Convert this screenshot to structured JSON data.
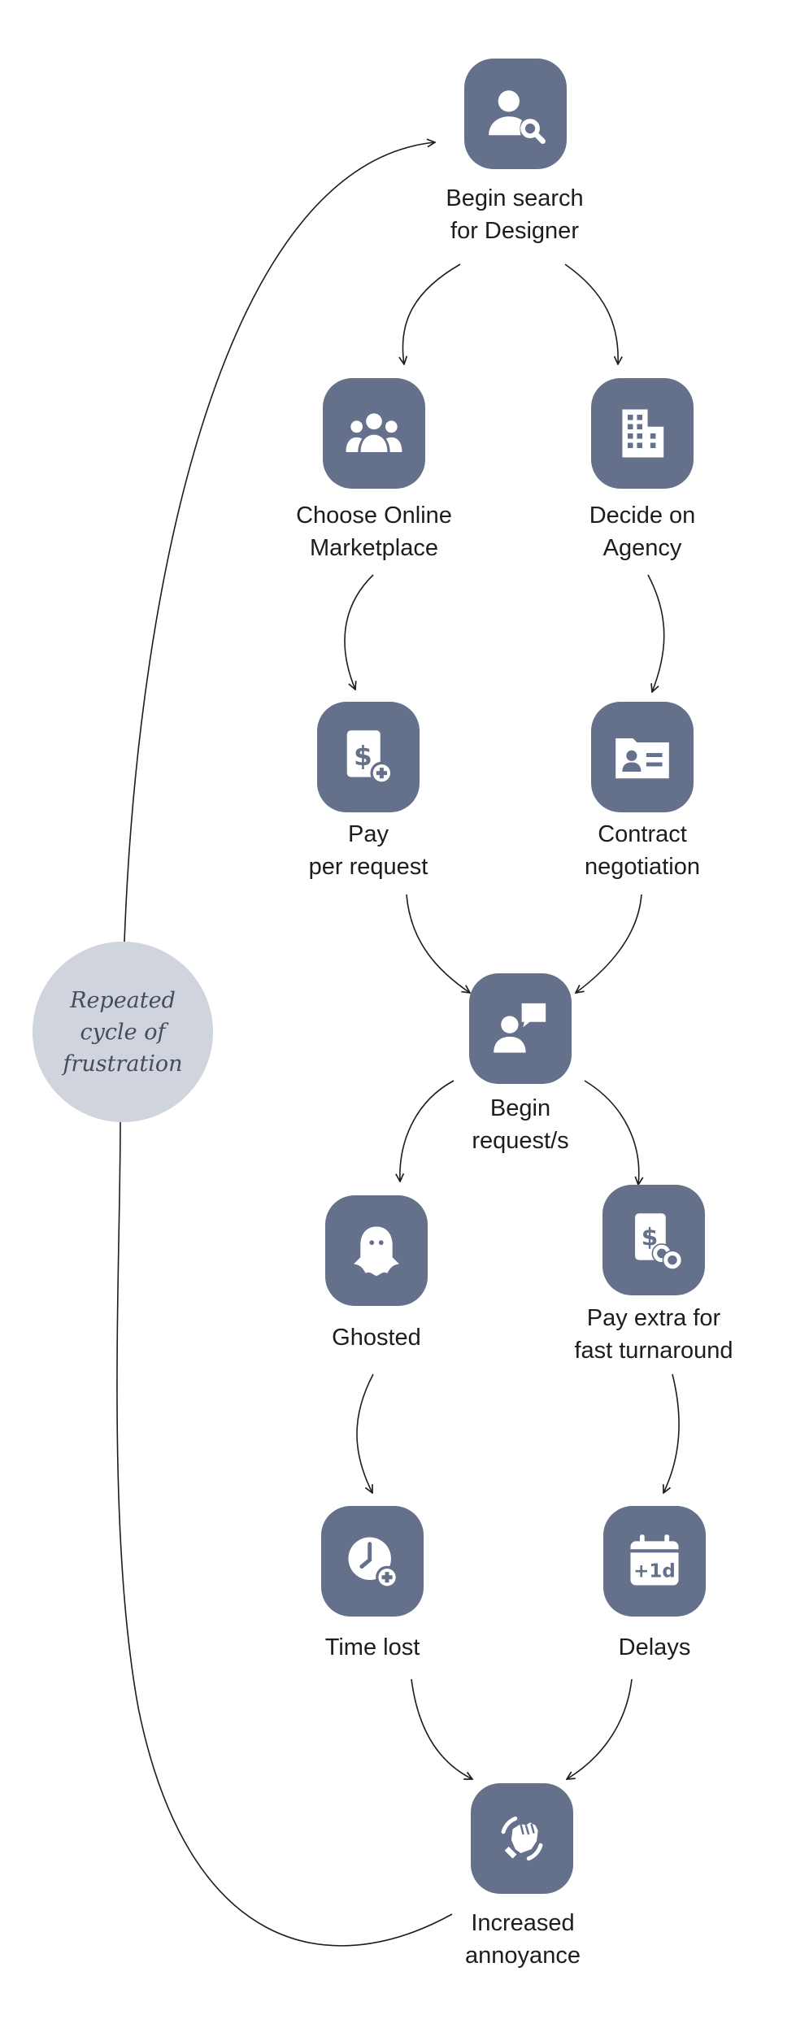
{
  "nodes": {
    "begin_search": {
      "label": "Begin search\nfor Designer",
      "icon": "user-search-icon"
    },
    "online_marketplace": {
      "label": "Choose Online\nMarketplace",
      "icon": "group-users-icon"
    },
    "agency": {
      "label": "Decide on\nAgency",
      "icon": "office-building-icon"
    },
    "pay_per_request": {
      "label": "Pay\nper request",
      "icon": "invoice-dollar-plus-icon"
    },
    "contract_negotiation": {
      "label": "Contract\nnegotiation",
      "icon": "contact-card-icon"
    },
    "begin_requests": {
      "label": "Begin\nrequest/s",
      "icon": "person-speech-bubble-icon"
    },
    "ghosted": {
      "label": "Ghosted",
      "icon": "ghost-icon"
    },
    "pay_extra": {
      "label": "Pay extra for\nfast turnaround",
      "icon": "invoice-dollar-coins-icon"
    },
    "time_lost": {
      "label": "Time lost",
      "icon": "clock-plus-icon"
    },
    "delays": {
      "label": "Delays",
      "icon": "calendar-plus-one-day-icon"
    },
    "increased_annoyance": {
      "label": "Increased\nannoyance",
      "icon": "clenched-fist-icon"
    }
  },
  "cycle": {
    "label": "Repeated\ncycle of\nfrustration"
  },
  "colors": {
    "node_fill": "#65708a",
    "icon_fill": "#ffffff",
    "cycle_fill": "#cfd4dd",
    "text": "#1d1d1f"
  }
}
